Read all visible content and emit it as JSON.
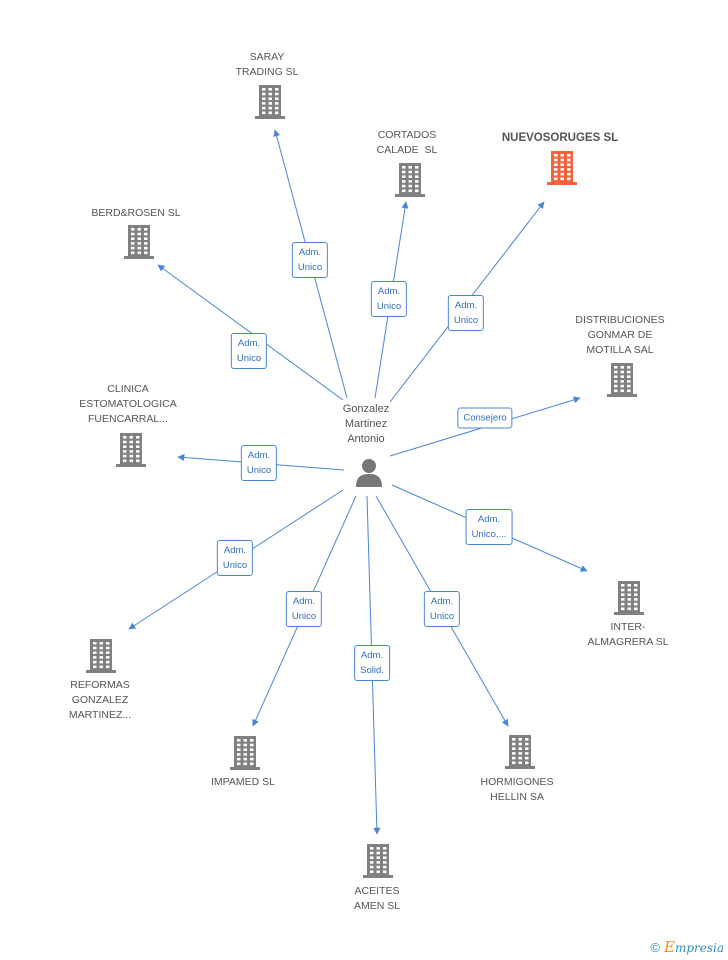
{
  "center": {
    "label": "Gonzalez\nMartinez\nAntonio",
    "icon": "person-icon"
  },
  "companies": [
    {
      "id": "saray",
      "label": "SARAY\nTRADING SL",
      "color": "#808080",
      "highlight": false,
      "edge": "Adm.\nUnico"
    },
    {
      "id": "cortados",
      "label": "CORTADOS\nCALADE  SL",
      "color": "#808080",
      "highlight": false,
      "edge": "Adm.\nUnico"
    },
    {
      "id": "nuevosoruges",
      "label": "NUEVOSORUGES SL",
      "color": "#f4633a",
      "highlight": true,
      "edge": "Adm.\nUnico"
    },
    {
      "id": "berdrosen",
      "label": "BERD&ROSEN SL",
      "color": "#808080",
      "highlight": false,
      "edge": "Adm.\nUnico"
    },
    {
      "id": "distribuciones",
      "label": "DISTRIBUCIONES\nGONMAR DE\nMOTILLA SAL",
      "color": "#808080",
      "highlight": false,
      "edge": "Consejero"
    },
    {
      "id": "clinica",
      "label": "CLINICA\nESTOMATOLOGICA\nFUENCARRAL...",
      "color": "#808080",
      "highlight": false,
      "edge": "Adm.\nUnico"
    },
    {
      "id": "inter",
      "label": "INTER-\nALMAGRERA SL",
      "color": "#808080",
      "highlight": false,
      "edge": "Adm.\nUnico,..."
    },
    {
      "id": "reformas",
      "label": "REFORMAS\nGONZALEZ\nMARTINEZ...",
      "color": "#808080",
      "highlight": false,
      "edge": "Adm.\nUnico"
    },
    {
      "id": "impamed",
      "label": "IMPAMED SL",
      "color": "#808080",
      "highlight": false,
      "edge": "Adm.\nUnico"
    },
    {
      "id": "aceites",
      "label": "ACEITES\nAMEN SL",
      "color": "#808080",
      "highlight": false,
      "edge": "Adm.\nSolid."
    },
    {
      "id": "hormigones",
      "label": "HORMIGONES\nHELLIN SA",
      "color": "#808080",
      "highlight": false,
      "edge": "Adm.\nUnico"
    }
  ],
  "edge_color": "#4a86d8",
  "footer": {
    "copyright": "©",
    "brand_first": "E",
    "brand_rest": "mpresia"
  }
}
